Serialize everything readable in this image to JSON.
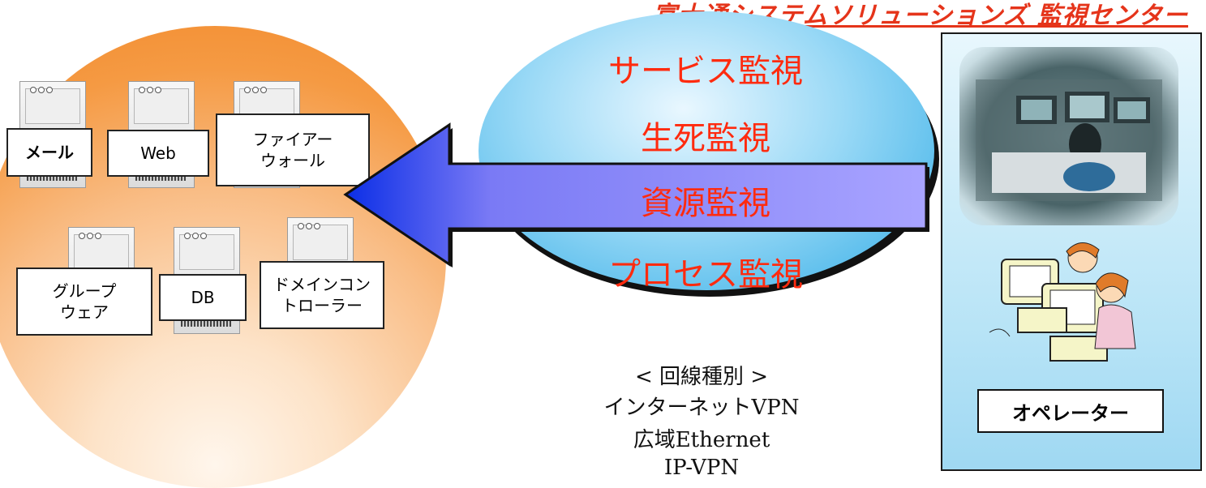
{
  "header": {
    "title": "富士通システムソリューションズ 監視センター"
  },
  "servers": [
    {
      "label": "メール"
    },
    {
      "label": "Web"
    },
    {
      "label": "ファイアー\nウォール"
    },
    {
      "label": "グループ\nウェア"
    },
    {
      "label": "DB"
    },
    {
      "label": "ドメインコン\nトローラー"
    }
  ],
  "monitoring": {
    "items": [
      "サービス監視",
      "生死監視",
      "資源監視",
      "プロセス監視"
    ]
  },
  "line_types": {
    "heading": "< 回線種別 >",
    "items": [
      "インターネットVPN",
      "広域Ethernet",
      "IP-VPN"
    ]
  },
  "operator": {
    "label": "オペレーター"
  },
  "colors": {
    "monitor_text": "#ff2b0f",
    "title": "#e5341a",
    "arrow": "#8f8fff"
  }
}
